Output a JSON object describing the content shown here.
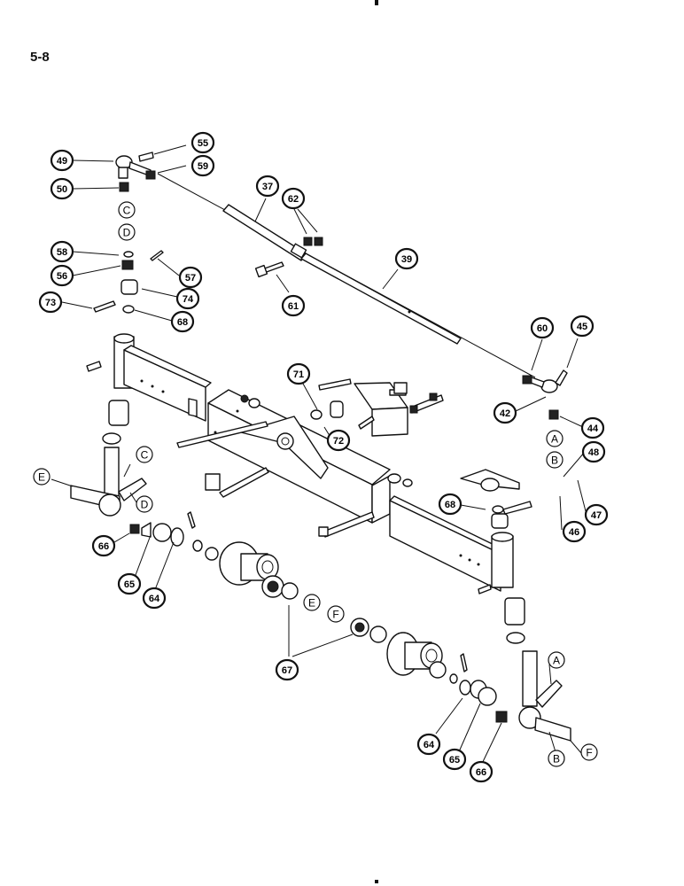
{
  "page_number": "5-8",
  "callouts": [
    {
      "id": "49",
      "label": "49"
    },
    {
      "id": "55",
      "label": "55"
    },
    {
      "id": "59",
      "label": "59"
    },
    {
      "id": "50",
      "label": "50"
    },
    {
      "id": "37",
      "label": "37"
    },
    {
      "id": "62",
      "label": "62"
    },
    {
      "id": "58",
      "label": "58"
    },
    {
      "id": "56",
      "label": "56"
    },
    {
      "id": "57",
      "label": "57"
    },
    {
      "id": "39",
      "label": "39"
    },
    {
      "id": "73",
      "label": "73"
    },
    {
      "id": "74",
      "label": "74"
    },
    {
      "id": "68a",
      "label": "68"
    },
    {
      "id": "61",
      "label": "61"
    },
    {
      "id": "60",
      "label": "60"
    },
    {
      "id": "45",
      "label": "45"
    },
    {
      "id": "71",
      "label": "71"
    },
    {
      "id": "42",
      "label": "42"
    },
    {
      "id": "44",
      "label": "44"
    },
    {
      "id": "72",
      "label": "72"
    },
    {
      "id": "48",
      "label": "48"
    },
    {
      "id": "68b",
      "label": "68"
    },
    {
      "id": "47",
      "label": "47"
    },
    {
      "id": "46",
      "label": "46"
    },
    {
      "id": "66a",
      "label": "66"
    },
    {
      "id": "65a",
      "label": "65"
    },
    {
      "id": "64a",
      "label": "64"
    },
    {
      "id": "67",
      "label": "67"
    },
    {
      "id": "64b",
      "label": "64"
    },
    {
      "id": "65b",
      "label": "65"
    },
    {
      "id": "66b",
      "label": "66"
    }
  ],
  "letter_markers": [
    {
      "id": "C1",
      "label": "C"
    },
    {
      "id": "D1",
      "label": "D"
    },
    {
      "id": "E1",
      "label": "E"
    },
    {
      "id": "C2",
      "label": "C"
    },
    {
      "id": "D2",
      "label": "D"
    },
    {
      "id": "E2",
      "label": "E"
    },
    {
      "id": "F1",
      "label": "F"
    },
    {
      "id": "A1",
      "label": "A"
    },
    {
      "id": "B1",
      "label": "B"
    },
    {
      "id": "A2",
      "label": "A"
    },
    {
      "id": "B2",
      "label": "B"
    },
    {
      "id": "F2",
      "label": "F"
    }
  ]
}
